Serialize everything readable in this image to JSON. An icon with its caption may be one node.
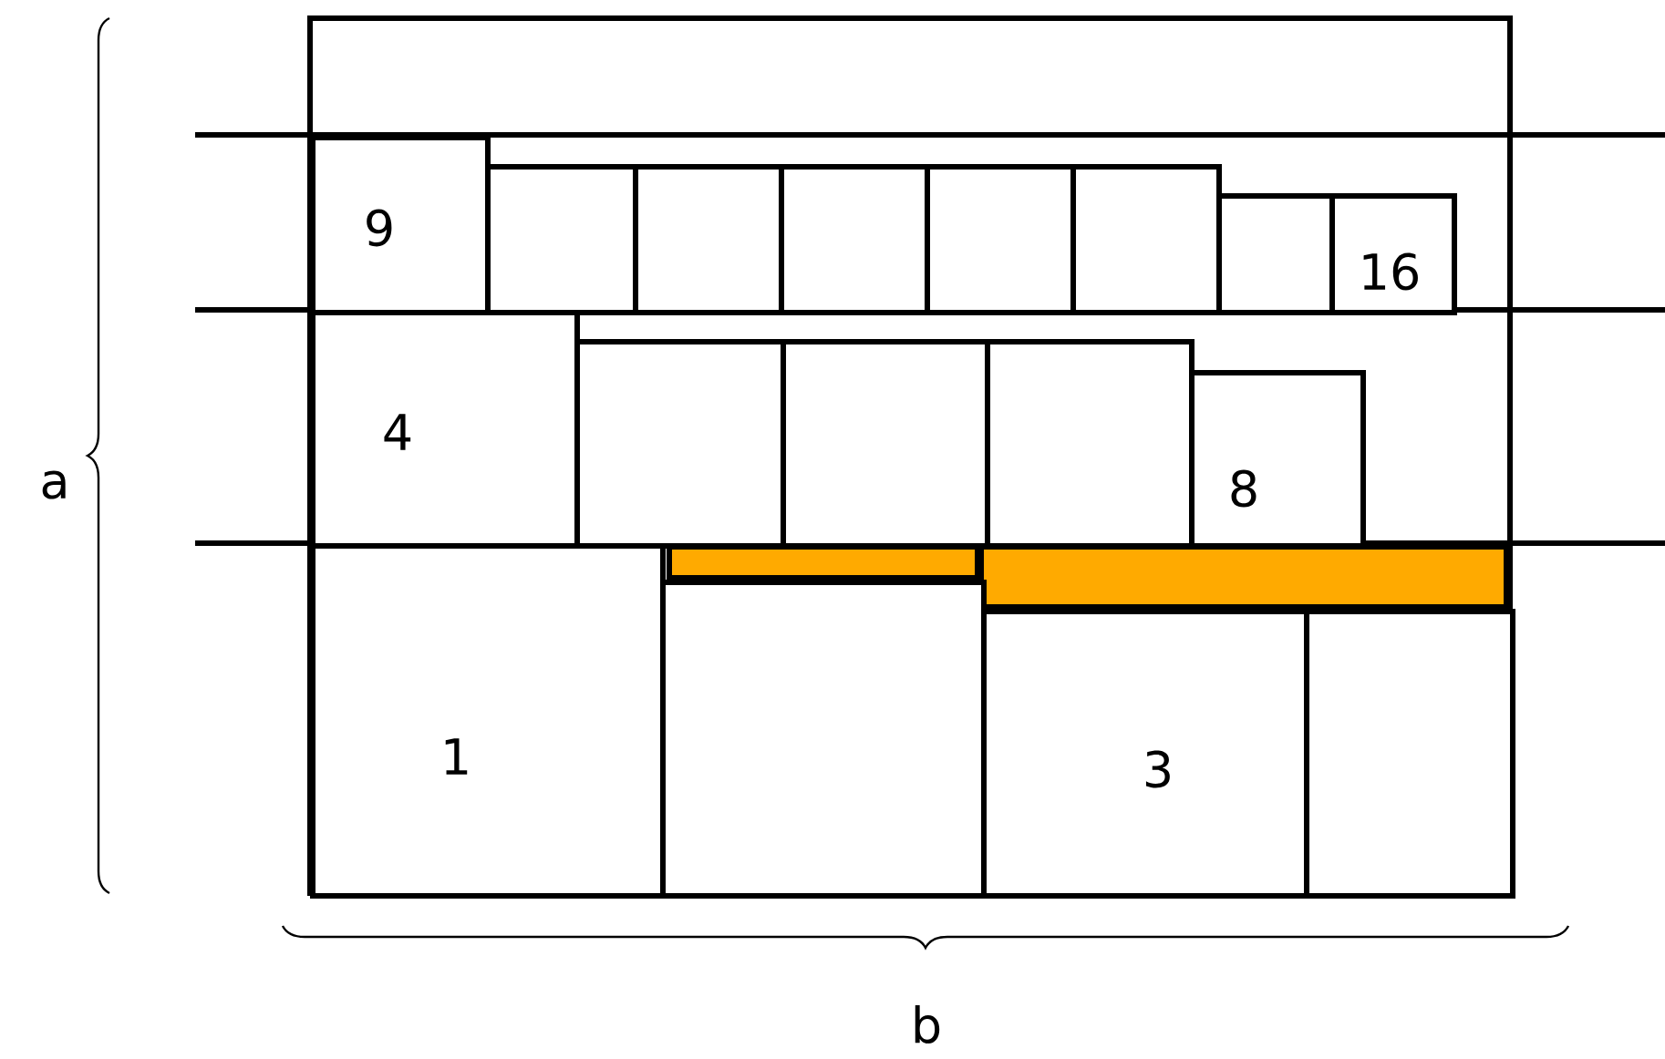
{
  "diagram": {
    "nodes": [
      {
        "text": [
          "9"
        ]
      },
      {
        "text": [],
        "shape": "box"
      },
      {
        "text": [],
        "shape": "box"
      },
      {
        "text": [],
        "shape": "box"
      },
      {
        "text": [],
        "shape": "box"
      },
      {
        "text": [],
        "shape": "box"
      },
      {
        "text": [],
        "shape": "box"
      },
      {
        "text": [
          "16"
        ]
      },
      {
        "text": [
          "4"
        ]
      },
      {
        "text": [],
        "shape": "box"
      },
      {
        "text": [],
        "shape": "box"
      },
      {
        "text": [],
        "shape": "box"
      },
      {
        "text": [
          "8"
        ]
      },
      {
        "text": [
          "1"
        ]
      },
      {
        "text": [],
        "shape": "box"
      },
      {
        "text": [
          "3"
        ]
      },
      {
        "text": [],
        "shape": "box"
      }
    ],
    "edges": [],
    "labels": [
      "a",
      "b"
    ]
  }
}
